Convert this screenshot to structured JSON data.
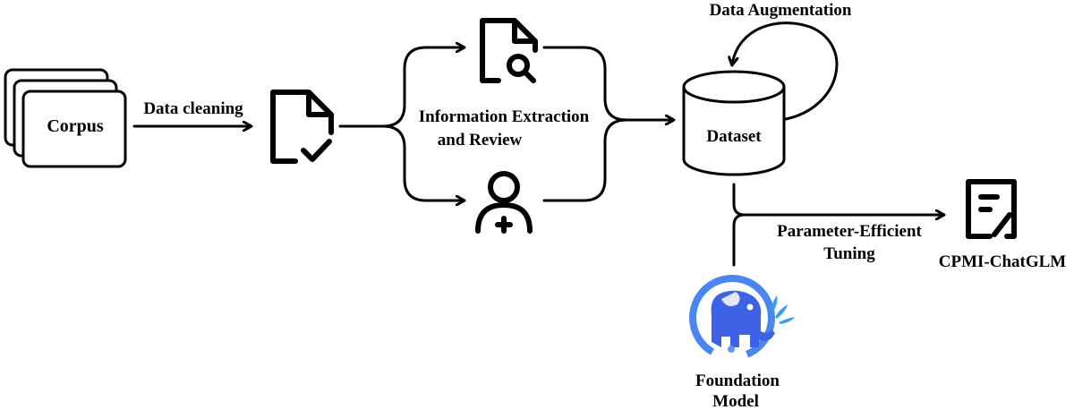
{
  "nodes": {
    "corpus": "Corpus",
    "dataset": "Dataset",
    "cpmi": "CPMI-ChatGLM",
    "foundation_line1": "Foundation",
    "foundation_line2": "Model"
  },
  "edges": {
    "data_cleaning": "Data cleaning",
    "extraction_line1": "Information Extraction",
    "extraction_line2": "and Review",
    "augmentation": "Data Augmentation",
    "tuning_line1": "Parameter-Efficient",
    "tuning_line2": "Tuning"
  },
  "icons": {
    "cleaned_doc": "document-check-icon",
    "search_doc": "document-search-icon",
    "reviewer": "user-add-icon",
    "model_card": "document-edit-icon",
    "foundation_logo": "elephant-logo"
  },
  "colors": {
    "stroke": "#000000",
    "logo_blue": "#3d62e6",
    "logo_ring": "#4a86f0",
    "logo_splash": "#3aa0f0"
  }
}
